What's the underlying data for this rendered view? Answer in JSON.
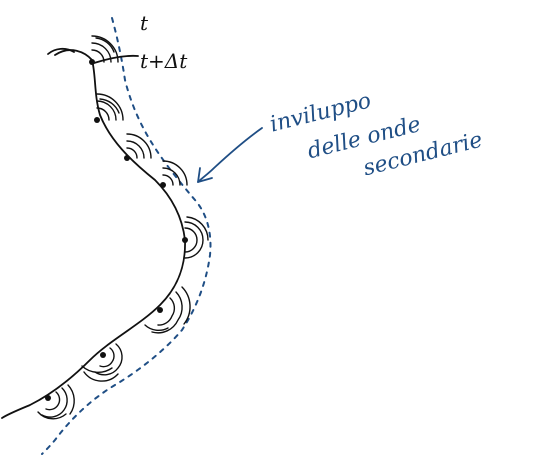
{
  "labels": {
    "time": "t",
    "time_plus_dt": "t+Δt",
    "envelope_line1": "inviluppo",
    "envelope_line2": "delle onde",
    "envelope_line3": "secondarie"
  },
  "colors": {
    "ink_black": "#111111",
    "ink_blue": "#1f4e85",
    "background": "#ffffff"
  }
}
